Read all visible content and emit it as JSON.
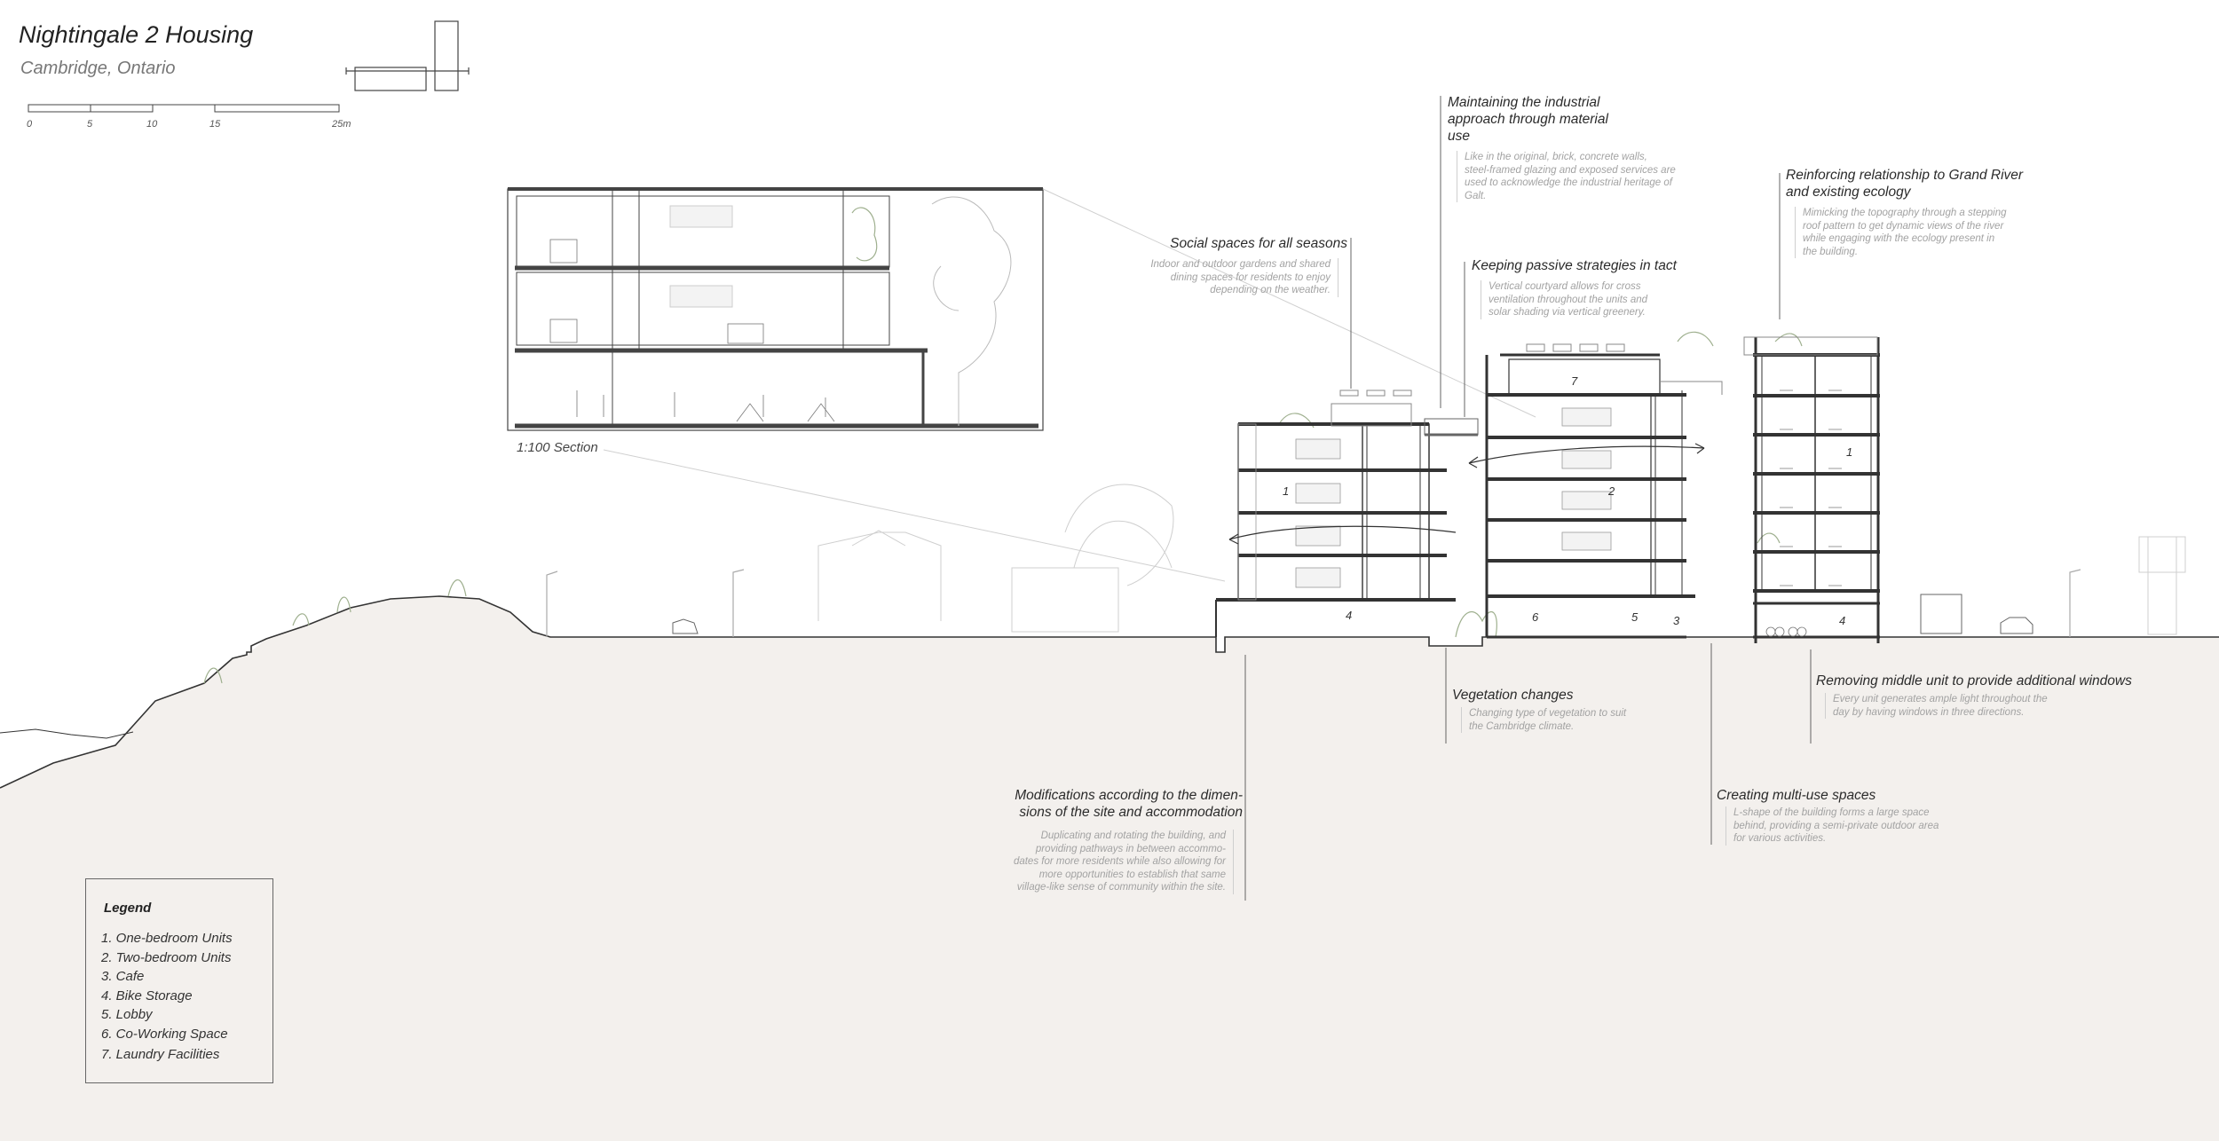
{
  "header": {
    "title": "Nightingale 2 Housing",
    "subtitle": "Cambridge, Ontario"
  },
  "scale_bar": {
    "ticks": [
      "0",
      "5",
      "10",
      "15",
      "25m"
    ]
  },
  "inset": {
    "label": "1:100 Section"
  },
  "annotations": {
    "social": {
      "heading": "Social spaces for all seasons",
      "body": [
        "Indoor and outdoor gardens and shared",
        "dining spaces for residents to enjoy",
        "depending on the weather."
      ]
    },
    "industrial": {
      "heading": [
        "Maintaining the industrial",
        "approach through material",
        "use"
      ],
      "body": [
        "Like in the original, brick, concrete walls,",
        "steel-framed glazing and exposed services are",
        "used to acknowledge the industrial heritage of",
        "Galt."
      ]
    },
    "passive": {
      "heading": "Keeping passive strategies in tact",
      "body": [
        "Vertical courtyard allows for cross",
        "ventilation throughout the units and",
        "solar shading via vertical greenery."
      ]
    },
    "ecology": {
      "heading": [
        "Reinforcing relationship to Grand River",
        "and existing ecology"
      ],
      "body": [
        "Mimicking the topography through a stepping",
        "roof pattern to get dynamic views of the river",
        "while engaging with the ecology present in",
        "the building."
      ]
    },
    "vegetation": {
      "heading": "Vegetation changes",
      "body": [
        "Changing type of vegetation to suit",
        "the Cambridge climate."
      ]
    },
    "removing": {
      "heading": "Removing middle unit to provide additional windows",
      "body": [
        "Every unit generates ample light throughout the",
        "day by having windows in three directions."
      ]
    },
    "multiuse": {
      "heading": "Creating multi-use spaces",
      "body": [
        "L-shape of the building forms a large space",
        "behind, providing a semi-private outdoor area",
        "for various activities."
      ]
    },
    "modifications": {
      "heading": [
        "Modifications according to the dimen-",
        "sions of the site and accommodation"
      ],
      "body": [
        "Duplicating and rotating the building, and",
        "providing pathways in between accommo-",
        "dates for more residents while also allowing for",
        "more opportunities to establish that same",
        "village-like sense of community within the site."
      ]
    }
  },
  "unit_labels": [
    "1",
    "2",
    "1",
    "7",
    "4",
    "6",
    "5",
    "3",
    "4"
  ],
  "legend": {
    "title": "Legend",
    "items": [
      "1. One-bedroom Units",
      "2. Two-bedroom Units",
      "3. Cafe",
      "4. Bike Storage",
      "5. Lobby",
      "6. Co-Working Space",
      "7. Laundry Facilities"
    ]
  },
  "colors": {
    "ground_fill": "#f3f0ed",
    "line": "#3a3a3a",
    "faint_line": "#c9c9c9",
    "vegetation": "#9fb08f"
  }
}
